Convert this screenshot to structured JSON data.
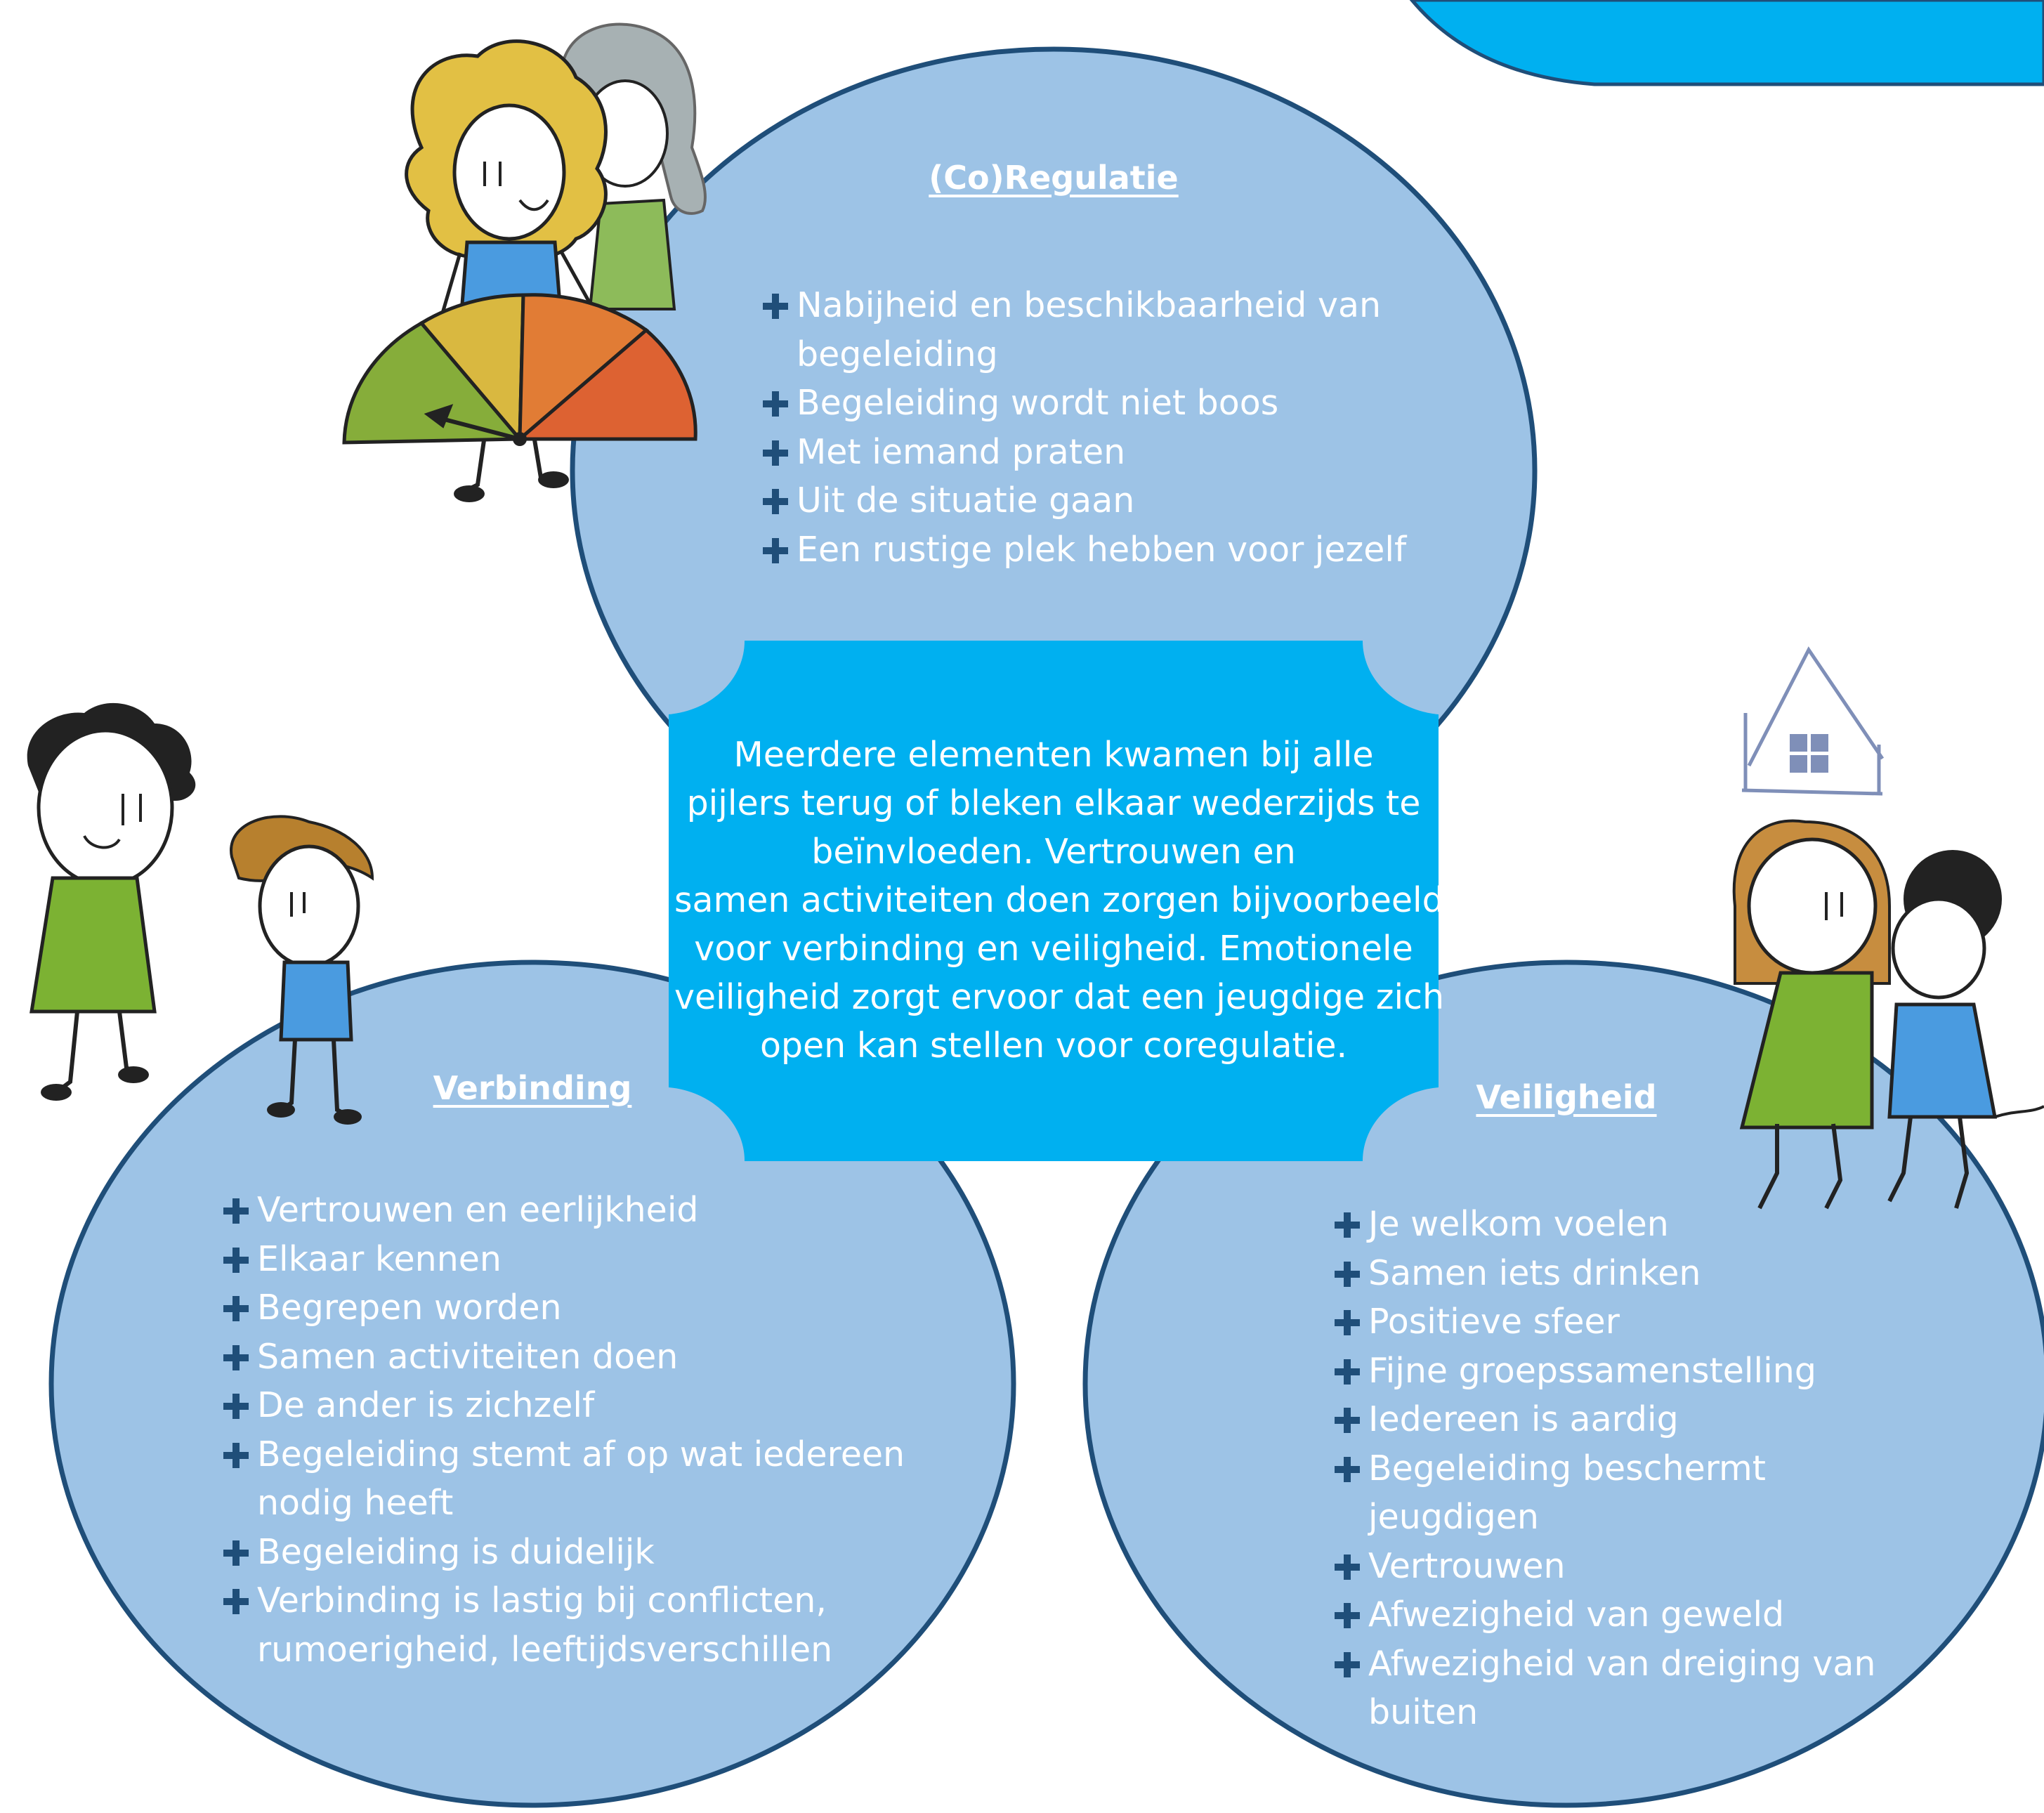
{
  "colors": {
    "circle_fill": "#9dc3e6",
    "circle_stroke": "#1f4e79",
    "center_box": "#00b0f0",
    "corner_shape": "#00b0f0",
    "bullet": "#1f4e79"
  },
  "coregulatie": {
    "title": "(Co)Regulatie",
    "items": [
      [
        "Nabijheid en beschikbaarheid van",
        "begeleiding"
      ],
      [
        "Begeleiding wordt niet boos"
      ],
      [
        "Met iemand praten"
      ],
      [
        "Uit de situatie gaan"
      ],
      [
        "Een rustige plek hebben voor jezelf"
      ]
    ]
  },
  "verbinding": {
    "title": "Verbinding",
    "items": [
      [
        "Vertrouwen en eerlijkheid"
      ],
      [
        "Elkaar kennen"
      ],
      [
        "Begrepen worden"
      ],
      [
        "Samen activiteiten doen"
      ],
      [
        "De ander is zichzelf"
      ],
      [
        "Begeleiding stemt af op wat iedereen",
        "nodig heeft"
      ],
      [
        "Begeleiding is duidelijk"
      ],
      [
        "Verbinding is lastig bij conflicten,",
        "rumoerigheid, leeftijdsverschillen"
      ]
    ]
  },
  "veiligheid": {
    "title": "Veiligheid",
    "items": [
      [
        "Je welkom voelen"
      ],
      [
        "Samen iets drinken"
      ],
      [
        "Positieve sfeer"
      ],
      [
        "Fijne groepssamenstelling"
      ],
      [
        "Iedereen is aardig"
      ],
      [
        "Begeleiding beschermt",
        "jeugdigen"
      ],
      [
        "Vertrouwen"
      ],
      [
        "Afwezigheid van geweld"
      ],
      [
        "Afwezigheid van dreiging van",
        "buiten"
      ]
    ]
  },
  "center": {
    "lines": [
      "Meerdere elementen kwamen bij alle",
      "pijlers terug of bleken elkaar wederzijds te",
      "beïnvloeden. Vertrouwen en",
      "samen activiteiten doen zorgen bijvoorbeeld",
      "voor verbinding en veiligheid. Emotionele",
      "veiligheid zorgt ervoor dat een jeugdige zich",
      "open kan stellen voor coregulatie."
    ]
  }
}
